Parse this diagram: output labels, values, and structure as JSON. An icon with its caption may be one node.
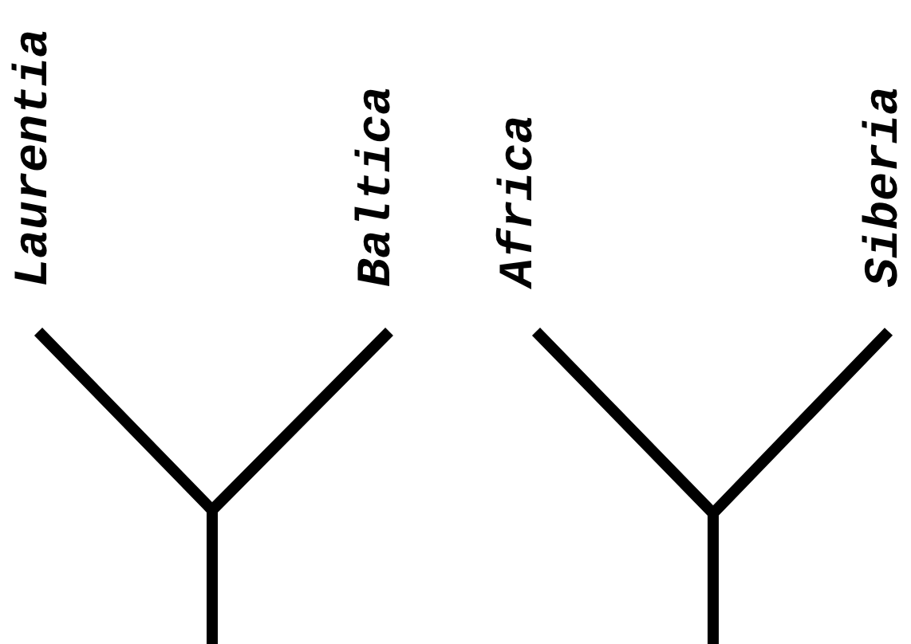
{
  "diagram": {
    "nodes": [
      {
        "text": [
          "Laurentia"
        ]
      },
      {
        "text": [
          "Baltica"
        ]
      },
      {
        "text": [
          "Africa"
        ]
      },
      {
        "text": [
          "Siberia"
        ]
      }
    ],
    "edges": [
      {
        "from": 0,
        "to": null,
        "arrow": "none"
      },
      {
        "from": 1,
        "to": null,
        "arrow": "none"
      },
      {
        "from": 2,
        "to": null,
        "arrow": "none"
      },
      {
        "from": 3,
        "to": null,
        "arrow": "none"
      }
    ]
  }
}
